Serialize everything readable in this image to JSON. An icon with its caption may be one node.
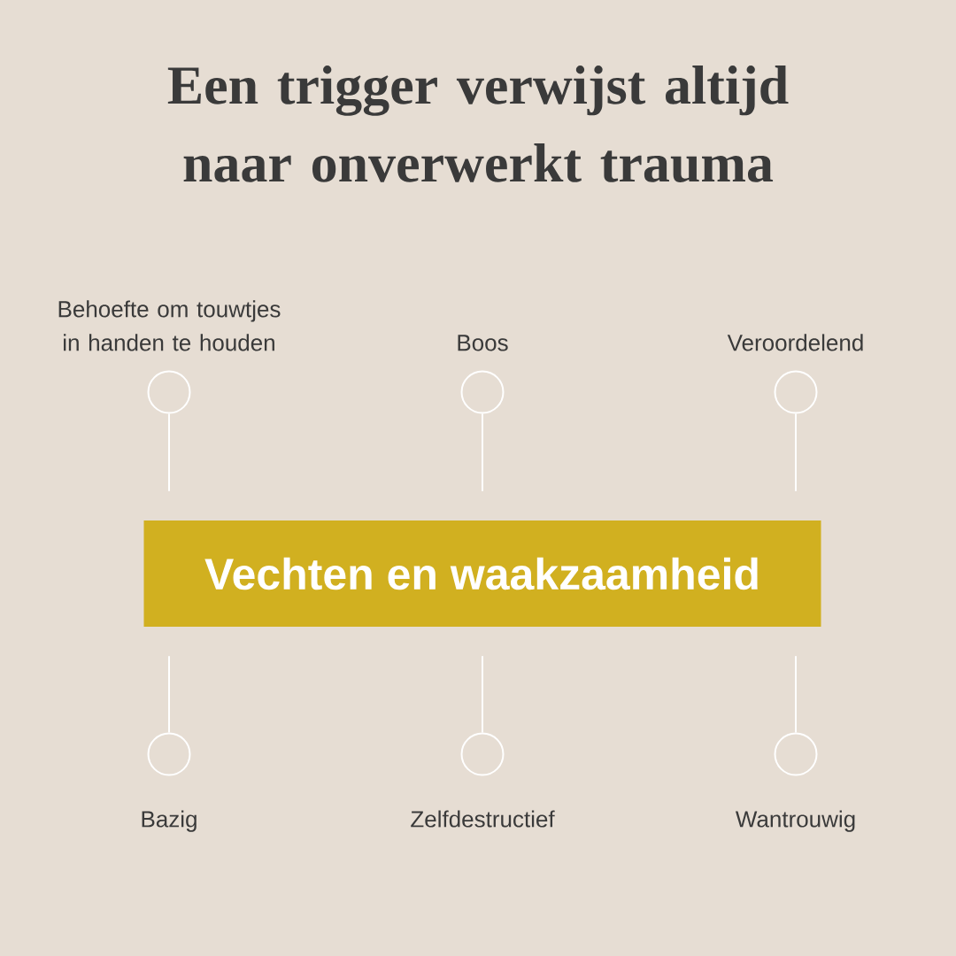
{
  "diagram": {
    "title": "Een trigger verwijst altijd naar onverwerkt trauma",
    "nodes": [
      {
        "text": [],
        "shape": "circle",
        "beside": [
          "Behoefte om touwtjes in handen te houden"
        ]
      },
      {
        "text": [],
        "shape": "circle",
        "beside": [
          "Boos"
        ]
      },
      {
        "text": [],
        "shape": "circle",
        "beside": [
          "Veroordelend"
        ]
      },
      {
        "text": [
          "Vechten en waakzaamheid"
        ]
      },
      {
        "text": [],
        "shape": "circle",
        "beside": [
          "Bazig"
        ]
      },
      {
        "text": [],
        "shape": "circle",
        "beside": [
          "Zelfdestructief"
        ]
      },
      {
        "text": [],
        "shape": "circle",
        "beside": [
          "Wantrouwig"
        ]
      }
    ],
    "edges": [
      {
        "from": 0,
        "to": 3,
        "arrow": "none"
      },
      {
        "from": 1,
        "to": 3,
        "arrow": "none"
      },
      {
        "from": 2,
        "to": 3,
        "arrow": "none"
      },
      {
        "from": 4,
        "to": 3,
        "arrow": "none"
      },
      {
        "from": 5,
        "to": 3,
        "arrow": "none"
      },
      {
        "from": 6,
        "to": 3,
        "arrow": "none"
      }
    ]
  }
}
